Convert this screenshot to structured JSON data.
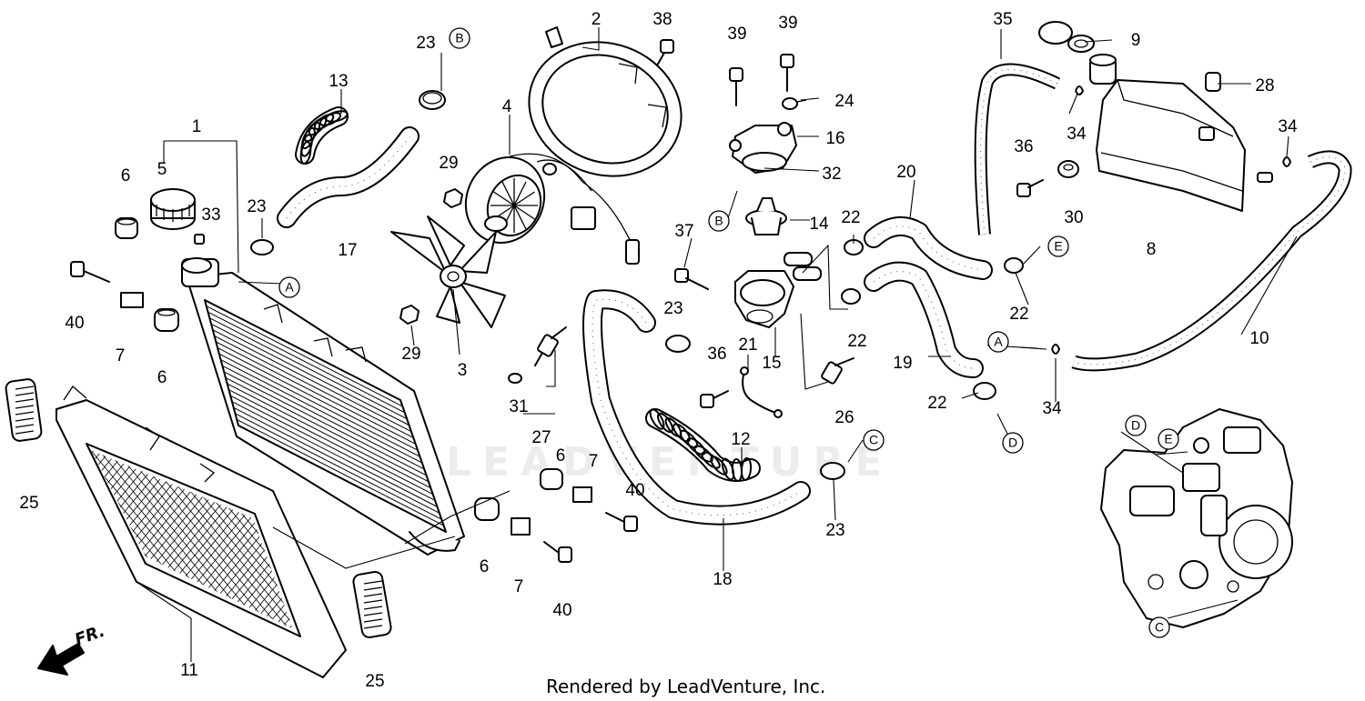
{
  "footer": "Rendered by LeadVenture, Inc.",
  "watermark": "LEADVENTURE",
  "front_marker": "FR.",
  "callouts": [
    {
      "id": "c2",
      "text": "2"
    },
    {
      "id": "c38",
      "text": "38"
    },
    {
      "id": "c39a",
      "text": "39"
    },
    {
      "id": "c39b",
      "text": "39"
    },
    {
      "id": "c35",
      "text": "35"
    },
    {
      "id": "c9",
      "text": "9"
    },
    {
      "id": "c23a",
      "text": "23"
    },
    {
      "id": "c13",
      "text": "13"
    },
    {
      "id": "c4",
      "text": "4"
    },
    {
      "id": "c24",
      "text": "24"
    },
    {
      "id": "c28",
      "text": "28"
    },
    {
      "id": "c1",
      "text": "1"
    },
    {
      "id": "c16",
      "text": "16"
    },
    {
      "id": "c34a",
      "text": "34"
    },
    {
      "id": "c36a",
      "text": "36"
    },
    {
      "id": "c34b",
      "text": "34"
    },
    {
      "id": "c6a",
      "text": "6"
    },
    {
      "id": "c5",
      "text": "5"
    },
    {
      "id": "c29a",
      "text": "29"
    },
    {
      "id": "c32",
      "text": "32"
    },
    {
      "id": "c20",
      "text": "20"
    },
    {
      "id": "c33",
      "text": "33"
    },
    {
      "id": "c23b",
      "text": "23"
    },
    {
      "id": "c17",
      "text": "17"
    },
    {
      "id": "c14",
      "text": "14"
    },
    {
      "id": "c22a",
      "text": "22"
    },
    {
      "id": "c30",
      "text": "30"
    },
    {
      "id": "c37",
      "text": "37"
    },
    {
      "id": "c8",
      "text": "8"
    },
    {
      "id": "c40a",
      "text": "40"
    },
    {
      "id": "c7a",
      "text": "7"
    },
    {
      "id": "c6b",
      "text": "6"
    },
    {
      "id": "c29b",
      "text": "29"
    },
    {
      "id": "c3",
      "text": "3"
    },
    {
      "id": "c23c",
      "text": "23"
    },
    {
      "id": "c21",
      "text": "21"
    },
    {
      "id": "c15",
      "text": "15"
    },
    {
      "id": "c22b",
      "text": "22"
    },
    {
      "id": "c22c",
      "text": "22"
    },
    {
      "id": "c10",
      "text": "10"
    },
    {
      "id": "c19",
      "text": "19"
    },
    {
      "id": "c36b",
      "text": "36"
    },
    {
      "id": "c31",
      "text": "31"
    },
    {
      "id": "c27",
      "text": "27"
    },
    {
      "id": "c26",
      "text": "26"
    },
    {
      "id": "c22d",
      "text": "22"
    },
    {
      "id": "c34c",
      "text": "34"
    },
    {
      "id": "c12",
      "text": "12"
    },
    {
      "id": "c25a",
      "text": "25"
    },
    {
      "id": "c6c",
      "text": "6"
    },
    {
      "id": "c7b",
      "text": "7"
    },
    {
      "id": "c40b",
      "text": "40"
    },
    {
      "id": "c6d",
      "text": "6"
    },
    {
      "id": "c23d",
      "text": "23"
    },
    {
      "id": "c7c",
      "text": "7"
    },
    {
      "id": "c18",
      "text": "18"
    },
    {
      "id": "c40c",
      "text": "40"
    },
    {
      "id": "c11",
      "text": "11"
    },
    {
      "id": "c25b",
      "text": "25"
    }
  ],
  "refs": [
    {
      "id": "rB1",
      "text": "B"
    },
    {
      "id": "rA1",
      "text": "A"
    },
    {
      "id": "rB2",
      "text": "B"
    },
    {
      "id": "rE1",
      "text": "E"
    },
    {
      "id": "rA2",
      "text": "A"
    },
    {
      "id": "rC1",
      "text": "C"
    },
    {
      "id": "rD1",
      "text": "D"
    },
    {
      "id": "rD2",
      "text": "D"
    },
    {
      "id": "rE2",
      "text": "E"
    },
    {
      "id": "rC2",
      "text": "C"
    }
  ]
}
